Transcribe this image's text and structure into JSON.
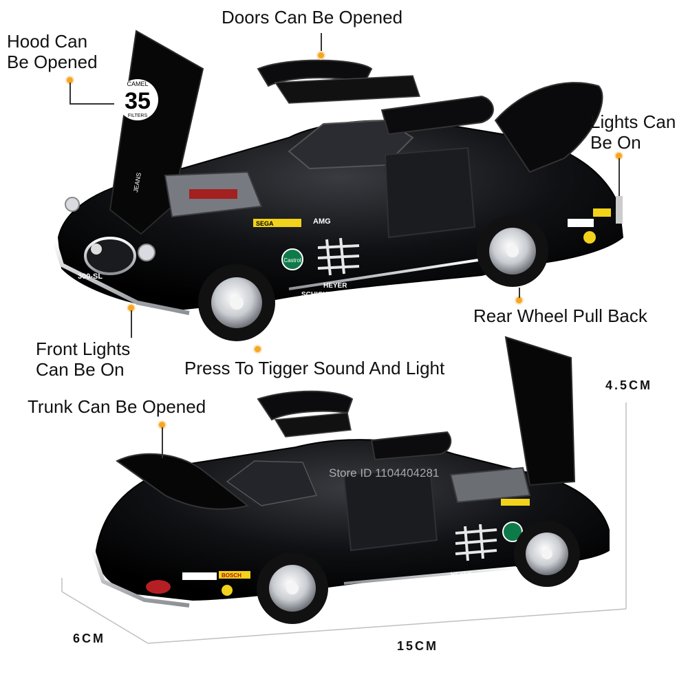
{
  "callouts": {
    "doors": "Doors Can Be Opened",
    "hood_line1": "Hood Can",
    "hood_line2": "Be Opened",
    "lights_line1": "Lights Can",
    "lights_line2": "Be On",
    "rear_wheel": "Rear Wheel Pull Back",
    "front_lights_line1": "Front Lights",
    "front_lights_line2": "Can Be On",
    "sound_light": "Press To Tigger Sound And Light",
    "trunk": "Trunk Can Be Opened"
  },
  "dimensions": {
    "height": "4.5CM",
    "width": "6CM",
    "length": "15CM"
  },
  "car_markings": {
    "race_number": "35",
    "hood_text": "CAMEL",
    "hood_sub": "FILTERS",
    "jeans": "JEANS",
    "sponsor_1": "SEGA",
    "sponsor_2": "AMG",
    "castrol": "Castrol",
    "door_line1": "HEYER",
    "door_line2": "SCHICKENTANZ",
    "plate": "300-SL",
    "bosch": "BOSCH"
  },
  "watermark": "Store ID 1104404281",
  "colors": {
    "callout_dot": "#f5a623",
    "car_body": "#0b0b0d",
    "chrome": "#c9ccd1"
  }
}
